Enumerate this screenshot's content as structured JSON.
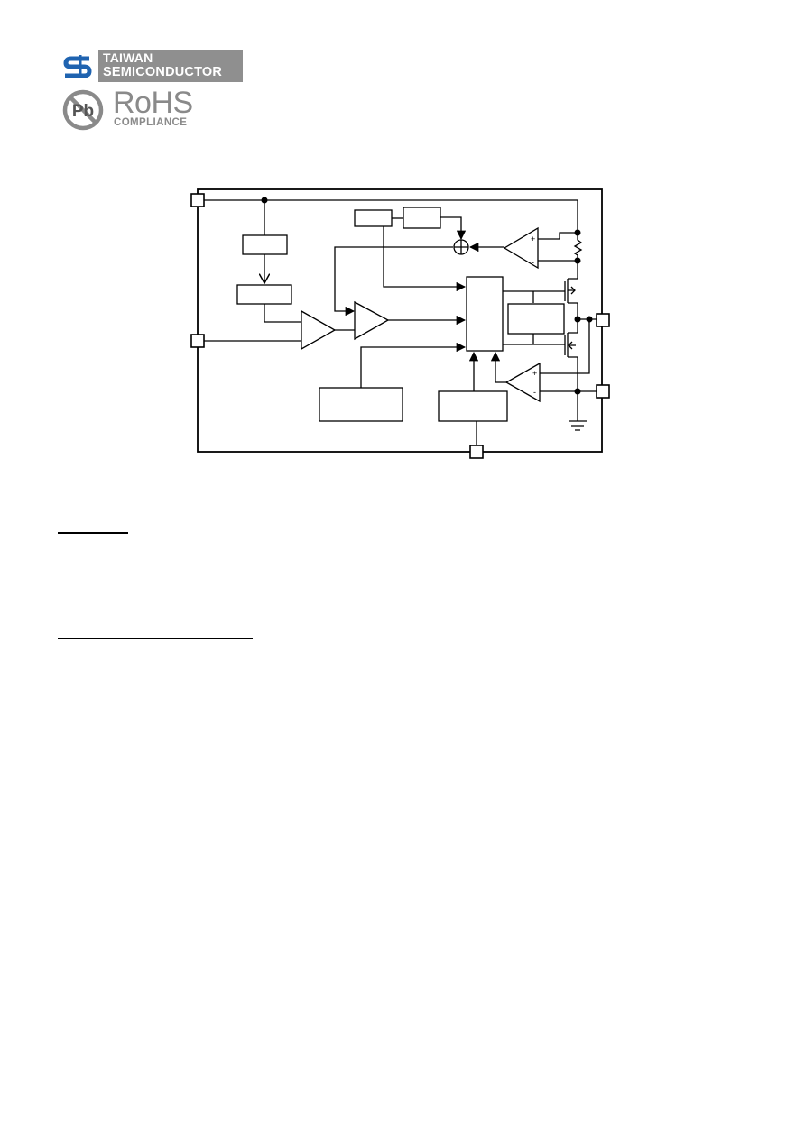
{
  "company_logo": {
    "line1": "TAIWAN",
    "line2": "SEMICONDUCTOR",
    "icon": "ts-monogram-icon",
    "color": "#1f63b0",
    "box_color": "#8f8f8f"
  },
  "rohs_logo": {
    "badge_text": "Pb",
    "title": "RoHS",
    "subtitle": "COMPLIANCE",
    "color": "#8a8a8a"
  },
  "diagram": {
    "comparator_plus": "+",
    "comparator_minus": "-"
  }
}
